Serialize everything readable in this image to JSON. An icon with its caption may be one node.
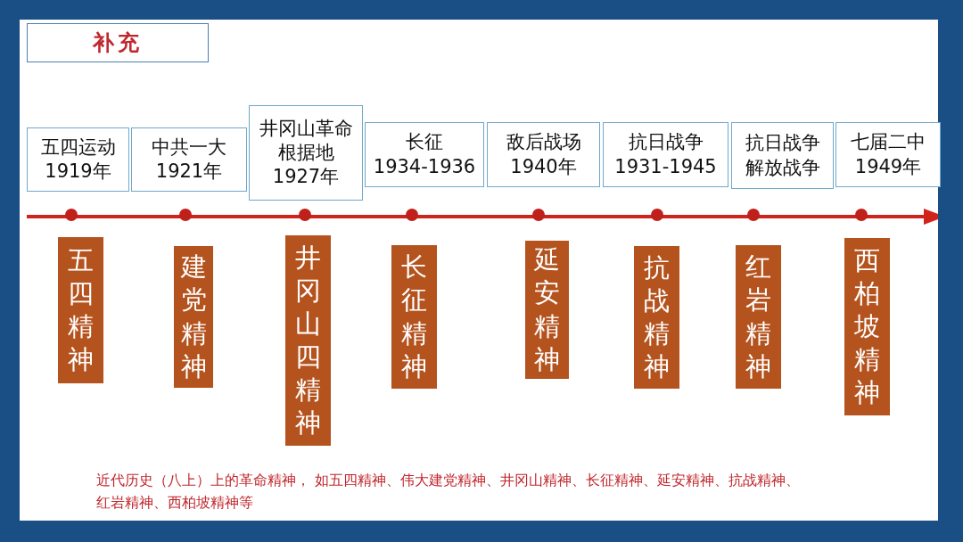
{
  "diagram": {
    "title": "补充",
    "nodes": [
      {
        "text": [
          "五四运动",
          "1919年"
        ]
      },
      {
        "text": [
          "中共一大",
          "1921年"
        ]
      },
      {
        "text": [
          "井冈山革命根据地",
          "1927年"
        ]
      },
      {
        "text": [
          "长征",
          "1934-1936"
        ]
      },
      {
        "text": [
          "敌后战场",
          "1940年"
        ]
      },
      {
        "text": [
          "抗日战争",
          "1931-1945"
        ]
      },
      {
        "text": [
          "抗日战争",
          "解放战争"
        ]
      },
      {
        "text": [
          "七届二中",
          "1949年"
        ]
      },
      {
        "text": [
          "五四精神"
        ]
      },
      {
        "text": [
          "建党精神"
        ]
      },
      {
        "text": [
          "井冈山四精神"
        ]
      },
      {
        "text": [
          "长征精神"
        ]
      },
      {
        "text": [
          "延安精神"
        ]
      },
      {
        "text": [
          "抗战精神"
        ]
      },
      {
        "text": [
          "红岩精神"
        ]
      },
      {
        "text": [
          "西柏坡精神"
        ]
      }
    ],
    "caption": "近代历史（八上）上的革命精神， 如五四精神、伟大建党精神、井冈山精神、长征精神、延安精神、抗战精神、红岩精神、西柏坡精神等"
  }
}
